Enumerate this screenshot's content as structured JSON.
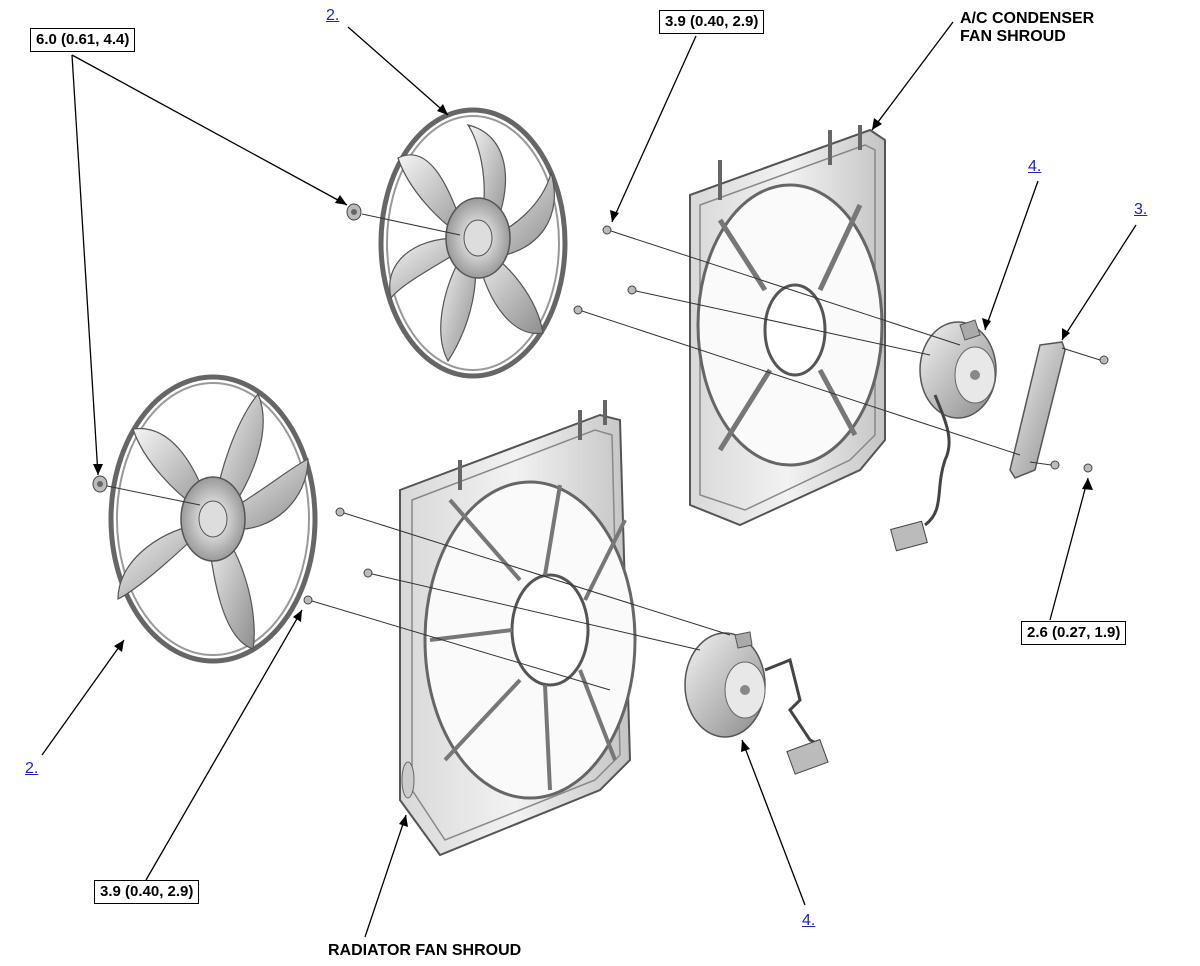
{
  "torques": {
    "fan_nut": "6.0 (0.61, 4.4)",
    "ac_shroud_bolt": "3.9 (0.40, 2.9)",
    "rad_shroud_bolt": "3.9 (0.40, 2.9)",
    "bracket_bolt": "2.6 (0.27, 1.9)"
  },
  "refs": {
    "fan_upper": "2.",
    "fan_lower": "2.",
    "motor_upper": "4.",
    "motor_lower": "4.",
    "resistor": "3."
  },
  "labels": {
    "ac_line1": "A/C CONDENSER",
    "ac_line2": "FAN SHROUD",
    "radiator": "RADIATOR FAN SHROUD"
  },
  "colors": {
    "link": "#1a23c9",
    "line": "#111111",
    "part_fill": "#e8e8e8",
    "part_stroke": "#555555"
  }
}
